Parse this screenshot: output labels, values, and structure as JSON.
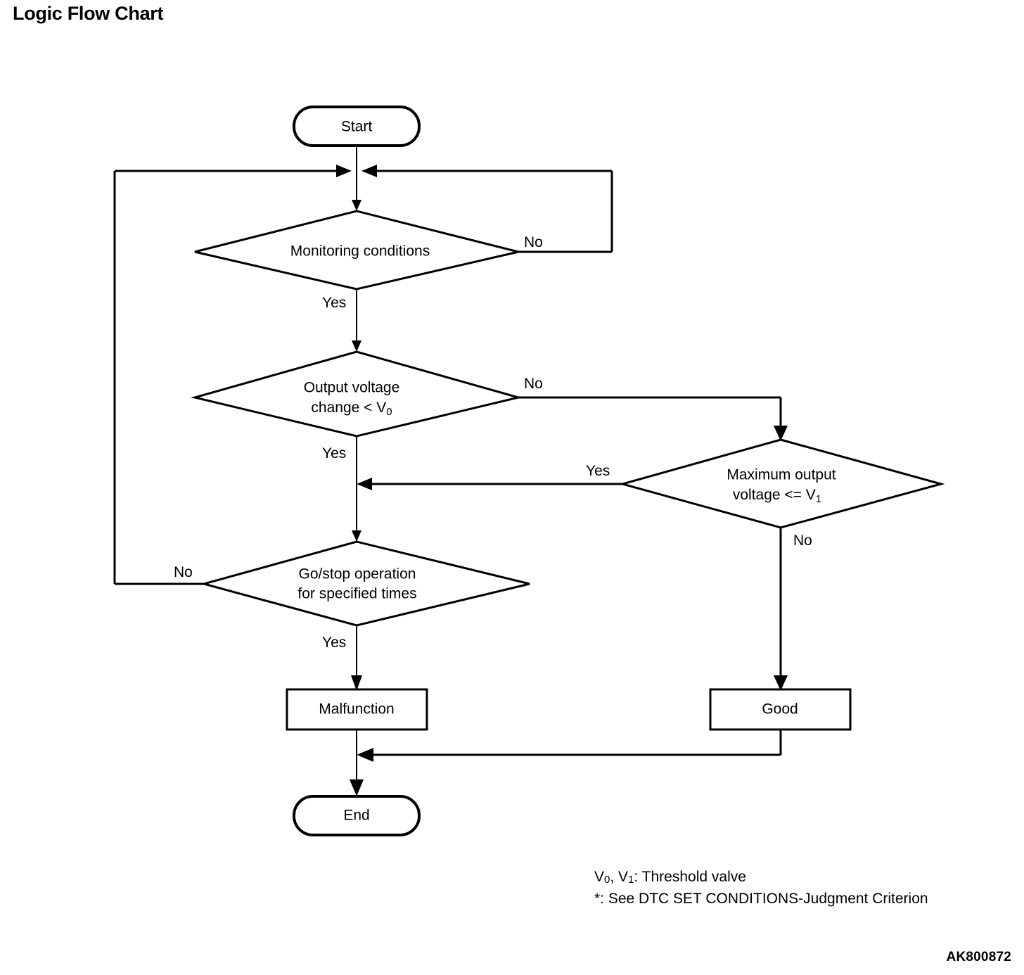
{
  "page": {
    "title": "Logic Flow Chart",
    "reference_code": "AK800872"
  },
  "chart_data": {
    "type": "diagram",
    "diagram_kind": "flowchart",
    "title": "Logic Flow Chart",
    "orientation": "top-to-bottom",
    "nodes": [
      {
        "id": "start",
        "shape": "terminator",
        "label": "Start"
      },
      {
        "id": "monitoring",
        "shape": "decision",
        "label": "Monitoring conditions"
      },
      {
        "id": "outvolt",
        "shape": "decision",
        "label_line1": "Output voltage",
        "label_line2": "change < V",
        "label_sub2": "0"
      },
      {
        "id": "maxvolt",
        "shape": "decision",
        "label_line1": "Maximum output",
        "label_line2": "voltage <= V",
        "label_sub2": "1"
      },
      {
        "id": "gostop",
        "shape": "decision",
        "label_line1": "Go/stop operation",
        "label_line2": "for specified times"
      },
      {
        "id": "malfunction",
        "shape": "process",
        "label": "Malfunction"
      },
      {
        "id": "good",
        "shape": "process",
        "label": "Good"
      },
      {
        "id": "end",
        "shape": "terminator",
        "label": "End"
      }
    ],
    "edges": [
      {
        "from": "start",
        "to": "monitoring",
        "label": ""
      },
      {
        "from": "monitoring",
        "to": "monitoring",
        "label": "No",
        "route": "right-loop-back-to-top"
      },
      {
        "from": "monitoring",
        "to": "outvolt",
        "label": "Yes"
      },
      {
        "from": "outvolt",
        "to": "maxvolt",
        "label": "No"
      },
      {
        "from": "outvolt",
        "to": "gostop",
        "label": "Yes"
      },
      {
        "from": "maxvolt",
        "to": "gostop",
        "label": "Yes",
        "route": "left-join-yes-branch"
      },
      {
        "from": "maxvolt",
        "to": "good",
        "label": "No"
      },
      {
        "from": "gostop",
        "to": "monitoring",
        "label": "No",
        "route": "left-loop-back-to-top"
      },
      {
        "from": "gostop",
        "to": "malfunction",
        "label": "Yes"
      },
      {
        "from": "malfunction",
        "to": "end",
        "label": ""
      },
      {
        "from": "good",
        "to": "end",
        "label": "",
        "route": "down-then-left-join"
      }
    ],
    "branch_labels": {
      "monitoring_no": "No",
      "monitoring_yes": "Yes",
      "outvolt_no": "No",
      "outvolt_yes": "Yes",
      "maxvolt_yes": "Yes",
      "maxvolt_no": "No",
      "gostop_no": "No",
      "gostop_yes": "Yes"
    },
    "legend": [
      "V0, V1: Threshold valve",
      "*: See DTC SET CONDITIONS-Judgment Criterion"
    ]
  },
  "labels": {
    "start": "Start",
    "end": "End",
    "monitoring_conditions": "Monitoring conditions",
    "output_voltage_l1": "Output voltage",
    "output_voltage_l2": "change < V",
    "output_voltage_sub": "0",
    "maximum_output_l1": "Maximum output",
    "maximum_output_l2": "voltage <= V",
    "maximum_output_sub": "1",
    "go_stop_l1": "Go/stop operation",
    "go_stop_l2": "for specified times",
    "malfunction": "Malfunction",
    "good": "Good",
    "yes": "Yes",
    "no": "No"
  },
  "footnotes": {
    "line1_prefix": "V",
    "line1_sub1": "0",
    "line1_mid": ", V",
    "line1_sub2": "1",
    "line1_suffix": ": Threshold valve",
    "line2": "*: See DTC SET CONDITIONS-Judgment Criterion"
  },
  "colors": {
    "stroke": "#000000",
    "background": "#ffffff"
  }
}
